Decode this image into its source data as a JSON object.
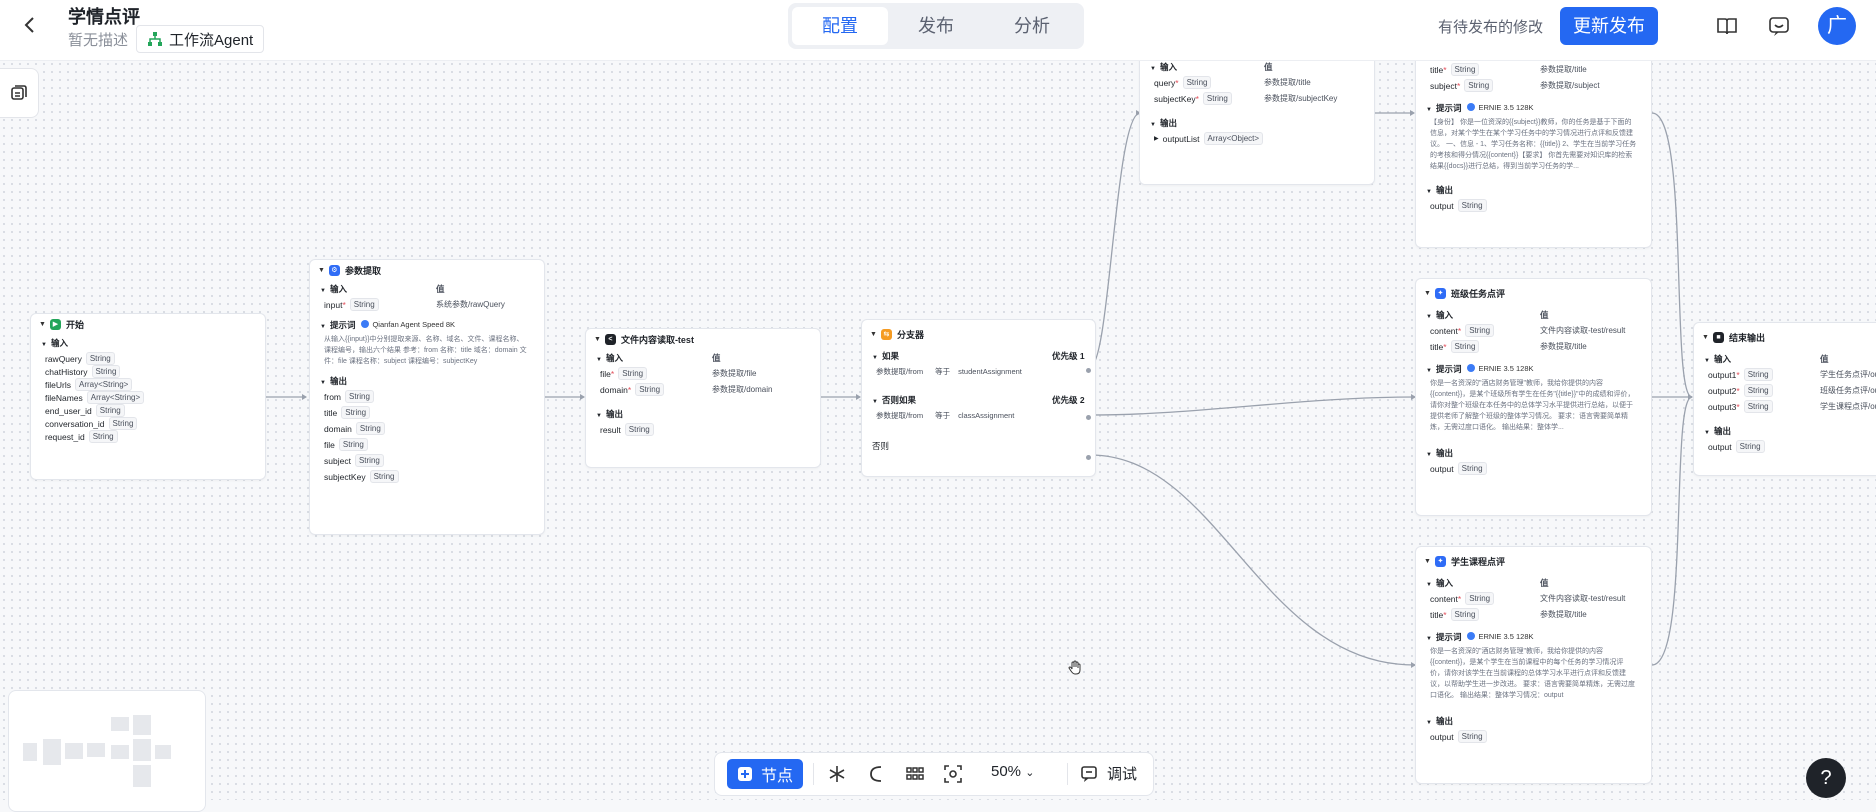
{
  "header": {
    "back_icon": "chevron-left-icon",
    "title": "学情点评",
    "description": "暂无描述",
    "type_badge": "工作流Agent",
    "tabs": [
      "配置",
      "发布",
      "分析"
    ],
    "active_tab": "配置",
    "pending_text": "有待发布的修改",
    "publish_label": "更新发布",
    "avatar_initial": "广",
    "accent_color": "#2468f2"
  },
  "nodes": {
    "start": {
      "title": "开始",
      "input_label": "输入",
      "fields": [
        {
          "name": "rawQuery",
          "type": "String"
        },
        {
          "name": "chatHistory",
          "type": "String"
        },
        {
          "name": "fileUrls",
          "type": "Array<String>"
        },
        {
          "name": "fileNames",
          "type": "Array<String>"
        },
        {
          "name": "end_user_id",
          "type": "String"
        },
        {
          "name": "conversation_id",
          "type": "String"
        },
        {
          "name": "request_id",
          "type": "String"
        }
      ]
    },
    "extract": {
      "title": "参数提取",
      "input_label": "输入",
      "value_label": "值",
      "inputs": [
        {
          "name": "input",
          "type": "String",
          "value": "系统参数/rawQuery"
        }
      ],
      "prompt_label": "提示词",
      "model": "Qianfan Agent Speed 8K",
      "prompt_text": "从输入{{input}}中分别提取来源、名称、域名、文件、课程名称、课程编号，输出六个结果 参考：from 名称：title 域名：domain 文件：file 课程名称：subject 课程编号：subjectKey",
      "output_label": "输出",
      "outputs": [
        {
          "name": "from",
          "type": "String"
        },
        {
          "name": "title",
          "type": "String"
        },
        {
          "name": "domain",
          "type": "String"
        },
        {
          "name": "file",
          "type": "String"
        },
        {
          "name": "subject",
          "type": "String"
        },
        {
          "name": "subjectKey",
          "type": "String"
        }
      ]
    },
    "fileread": {
      "title": "文件内容读取-test",
      "input_label": "输入",
      "value_label": "值",
      "inputs": [
        {
          "name": "file",
          "type": "String",
          "value": "参数提取/file"
        },
        {
          "name": "domain",
          "type": "String",
          "value": "参数提取/domain"
        }
      ],
      "output_label": "输出",
      "outputs": [
        {
          "name": "result",
          "type": "String"
        }
      ]
    },
    "branch": {
      "title": "分支器",
      "if_label": "如果",
      "if_cond": {
        "left": "参数提取/from",
        "op": "等于",
        "right": "studentAssignment"
      },
      "if_priority": "优先级 1",
      "elif_label": "否则如果",
      "elif_cond": {
        "left": "参数提取/from",
        "op": "等于",
        "right": "classAssignment"
      },
      "elif_priority": "优先级 2",
      "else_label": "否则"
    },
    "kb": {
      "input_label": "输入",
      "value_label": "值",
      "inputs": [
        {
          "name": "query",
          "type": "String",
          "value": "参数提取/title"
        },
        {
          "name": "subjectKey",
          "type": "String",
          "value": "参数提取/subjectKey"
        }
      ],
      "output_label": "输出",
      "outputs": [
        {
          "name": "outputList",
          "type": "Array<Object>"
        }
      ]
    },
    "llm_top": {
      "inputs": [
        {
          "name": "title",
          "type": "String",
          "value": "参数提取/title"
        },
        {
          "name": "subject",
          "type": "String",
          "value": "参数提取/subject"
        }
      ],
      "prompt_label": "提示词",
      "model": "ERNIE 3.5 128K",
      "prompt_text": "【身份】 你是一位资深的{{subject}}教师，你的任务是基于下面的信息，对某个学生在某个学习任务中的学习情况进行点评和反馈建议。 一、信息 - 1、学习任务名称：{{title}} 2、学生在当前学习任务的考核和得分情况{{content}}【要求】 你首先需要对知识库的检索结果{{docs}}进行总结，得到当前学习任务的学...",
      "output_label": "输出",
      "outputs": [
        {
          "name": "output",
          "type": "String"
        }
      ]
    },
    "class_llm": {
      "title": "班级任务点评",
      "input_label": "输入",
      "value_label": "值",
      "inputs": [
        {
          "name": "content",
          "type": "String",
          "value": "文件内容读取-test/result"
        },
        {
          "name": "title",
          "type": "String",
          "value": "参数提取/title"
        }
      ],
      "prompt_label": "提示词",
      "model": "ERNIE 3.5 128K",
      "prompt_text": "你是一名资深的\"酒店财务管理\"教师，我给你提供的内容{{content}}，是某个班级所有学生在任务\"{{title}}\"中的成绩和评价，请你对整个班级在本任务中的总体学习水平提供进行总结，以便于提供老师了解整个班级的整体学习情况。 要求：语言需要简单精炼，无需过度口语化。 输出结果：整体学...",
      "output_label": "输出",
      "outputs": [
        {
          "name": "output",
          "type": "String"
        }
      ]
    },
    "student_llm": {
      "title": "学生课程点评",
      "input_label": "输入",
      "value_label": "值",
      "inputs": [
        {
          "name": "content",
          "type": "String",
          "value": "文件内容读取-test/result"
        },
        {
          "name": "title",
          "type": "String",
          "value": "参数提取/title"
        }
      ],
      "prompt_label": "提示词",
      "model": "ERNIE 3.5 128K",
      "prompt_text": "你是一名资深的\"酒店财务管理\"教师，我给你提供的内容{{content}}，是某个学生在当前课程中的每个任务的学习情况评价，请你对该学生在当前课程的总体学习水平进行点评和反馈建议，以帮助学生进一步改进。 要求：语言需要简单精炼，无需过度口语化。 输出结果：整体学习情况：output",
      "output_label": "输出",
      "outputs": [
        {
          "name": "output",
          "type": "String"
        }
      ]
    },
    "end": {
      "title": "结束输出",
      "input_label": "输入",
      "value_label": "值",
      "inputs": [
        {
          "name": "output1",
          "type": "String",
          "value": "学生任务点评/out"
        },
        {
          "name": "output2",
          "type": "String",
          "value": "班级任务点评/out"
        },
        {
          "name": "output3",
          "type": "String",
          "value": "学生课程点评/out"
        }
      ],
      "output_label": "输出",
      "outputs": [
        {
          "name": "output",
          "type": "String"
        }
      ]
    }
  },
  "bottom_bar": {
    "node_label": "节点",
    "zoom": "50%",
    "debug_label": "调试"
  },
  "help_label": "?"
}
